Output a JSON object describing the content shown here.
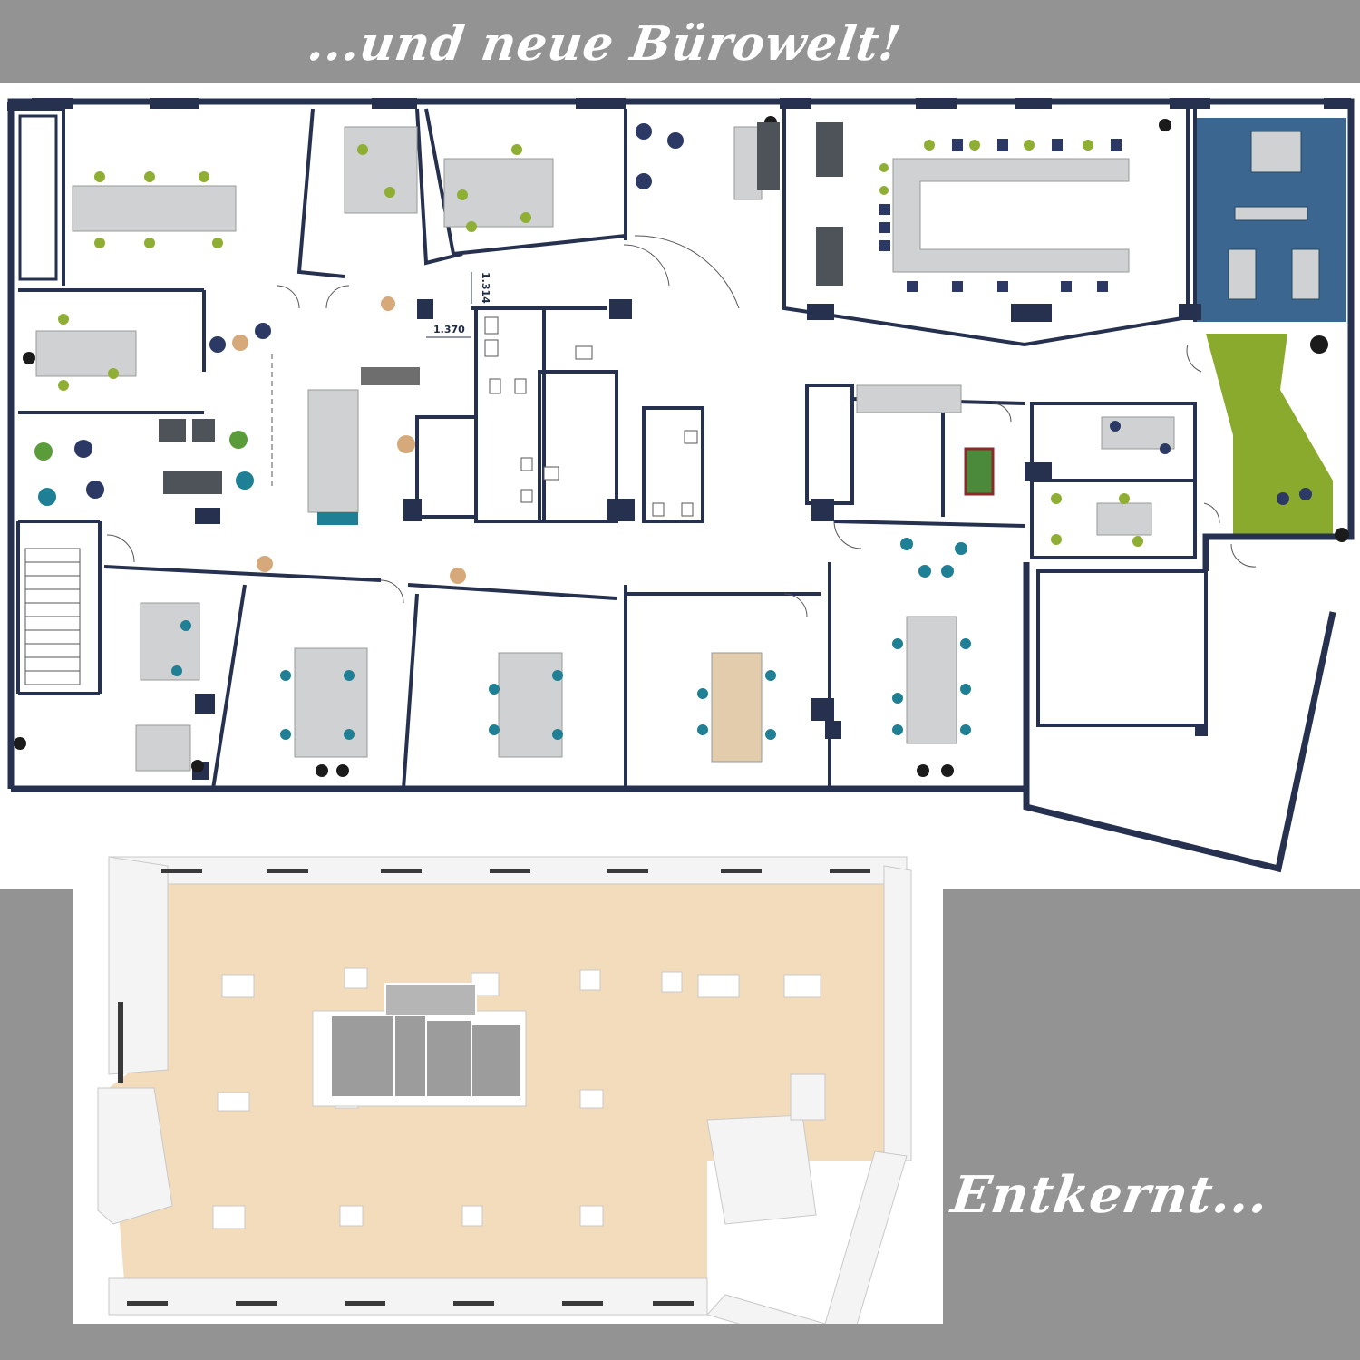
{
  "headline_top": "...und neue Bürowelt!",
  "headline_bottom": "Entkernt...",
  "dimensions": {
    "d1": "1.370",
    "d2": "1.314"
  },
  "colors": {
    "wall": "#26304f",
    "blue_zone": "#3a6690",
    "green_zone": "#8aaa2e",
    "teal_chair": "#1f7f94",
    "olive_chair": "#8fae34",
    "navy_chair": "#2b3964",
    "desk": "#cfd1d3",
    "wood_desk": "#e2ccac",
    "render_floor": "#f2dcbc",
    "render_wall": "#f4f4f4",
    "background_band": "#939393"
  }
}
